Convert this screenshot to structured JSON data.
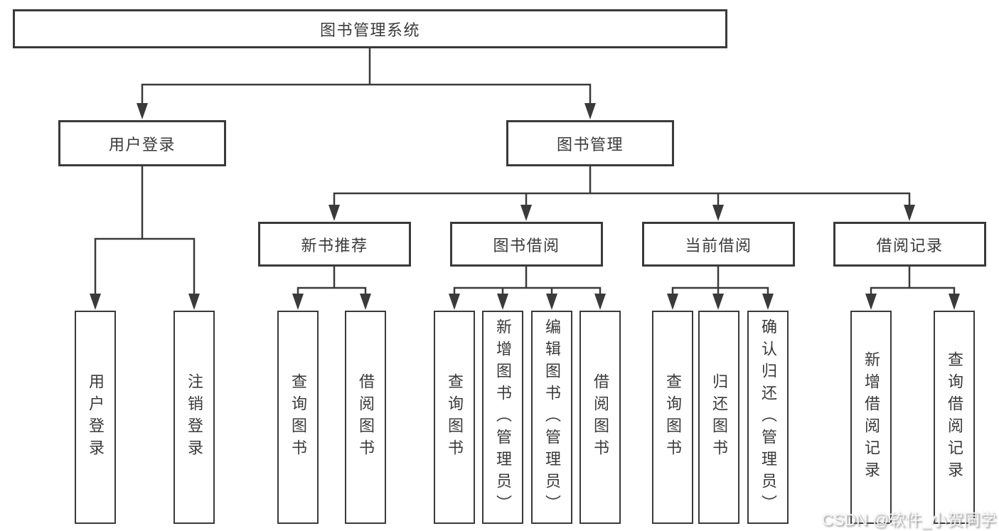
{
  "diagram": {
    "title": "图书管理系统",
    "colors": {
      "line": "#3a3a3a",
      "text": "#3a3a3a",
      "box_fill": "#ffffff",
      "background": "#ffffff"
    },
    "root": {
      "label": "图书管理系统"
    },
    "branches": [
      {
        "label": "用户登录",
        "children": [
          "用户登录",
          "注销登录"
        ]
      },
      {
        "label": "图书管理",
        "children": [
          {
            "label": "新书推荐",
            "children": [
              "查询图书",
              "借阅图书"
            ]
          },
          {
            "label": "图书借阅",
            "children": [
              "查询图书",
              "新增图书（管理员）",
              "编辑图书（管理员）",
              "借阅图书"
            ]
          },
          {
            "label": "当前借阅",
            "children": [
              "查询图书",
              "归还图书",
              "确认归还（管理员）"
            ]
          },
          {
            "label": "借阅记录",
            "children": [
              "新增借阅记录",
              "查询借阅记录"
            ]
          }
        ]
      }
    ],
    "watermark": "CSDN @软件_小贺同学"
  }
}
